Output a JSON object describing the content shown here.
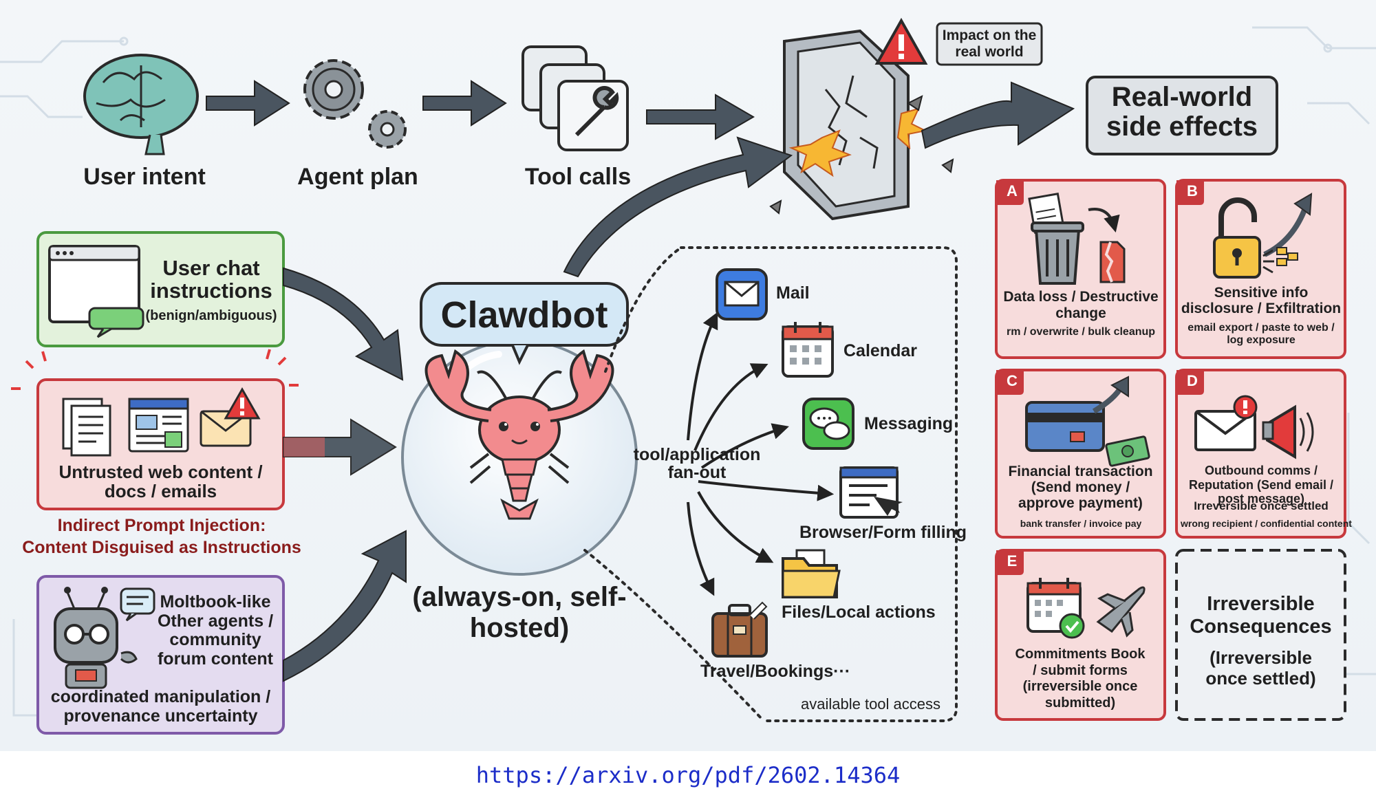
{
  "pipeline": {
    "user_intent": "User intent",
    "agent_plan": "Agent plan",
    "tool_calls": "Tool calls",
    "impact_label": "Impact on the real world",
    "real_world_side_effects": "Real-world side effects"
  },
  "inputs": {
    "user_chat": {
      "title": "User chat instructions",
      "subtitle": "(benign/ambiguous)"
    },
    "untrusted": {
      "title": "Untrusted web content / docs / emails",
      "caption_line1": "Indirect Prompt Injection:",
      "caption_line2": "Content Disguised as Instructions"
    },
    "agents": {
      "title": "Moltbook-like Other agents / community forum content",
      "footer": "coordinated manipulation / provenance uncertainty"
    }
  },
  "agent": {
    "name": "Clawdbot",
    "subtitle": "(always-on, self-hosted)"
  },
  "fanout": {
    "label": "tool/application fan-out",
    "access_label": "available tool access",
    "tools": [
      "Mail",
      "Calendar",
      "Messaging",
      "Browser/Form filling",
      "Files/Local actions",
      "Travel/Bookings···"
    ]
  },
  "effects": [
    {
      "letter": "A",
      "title": "Data loss / Destructive change",
      "detail": "rm / overwrite / bulk cleanup"
    },
    {
      "letter": "B",
      "title": "Sensitive info disclosure / Exfiltration",
      "detail": "email export / paste to web / log exposure"
    },
    {
      "letter": "C",
      "title": "Financial transaction (Send money / approve payment)",
      "detail": "bank transfer / invoice pay"
    },
    {
      "letter": "D",
      "title": "Outbound comms / Reputation (Send email / post message)",
      "detail": "Irreversible once settled",
      "detail2": "wrong recipient / confidential content"
    },
    {
      "letter": "E",
      "title": "Commitments Book / submit forms (irreversible once submitted)"
    }
  ],
  "irreversible": {
    "title": "Irreversible Consequences",
    "subtitle": "(Irreversible once settled)"
  },
  "footer": {
    "url": "https://arxiv.org/pdf/2602.14364"
  },
  "colors": {
    "red_card": "#f7dcdc",
    "red_border": "#c7393d",
    "green_card": "#e3f2dc",
    "purple_card": "#e4dcf0",
    "link": "#1c2dc8"
  }
}
